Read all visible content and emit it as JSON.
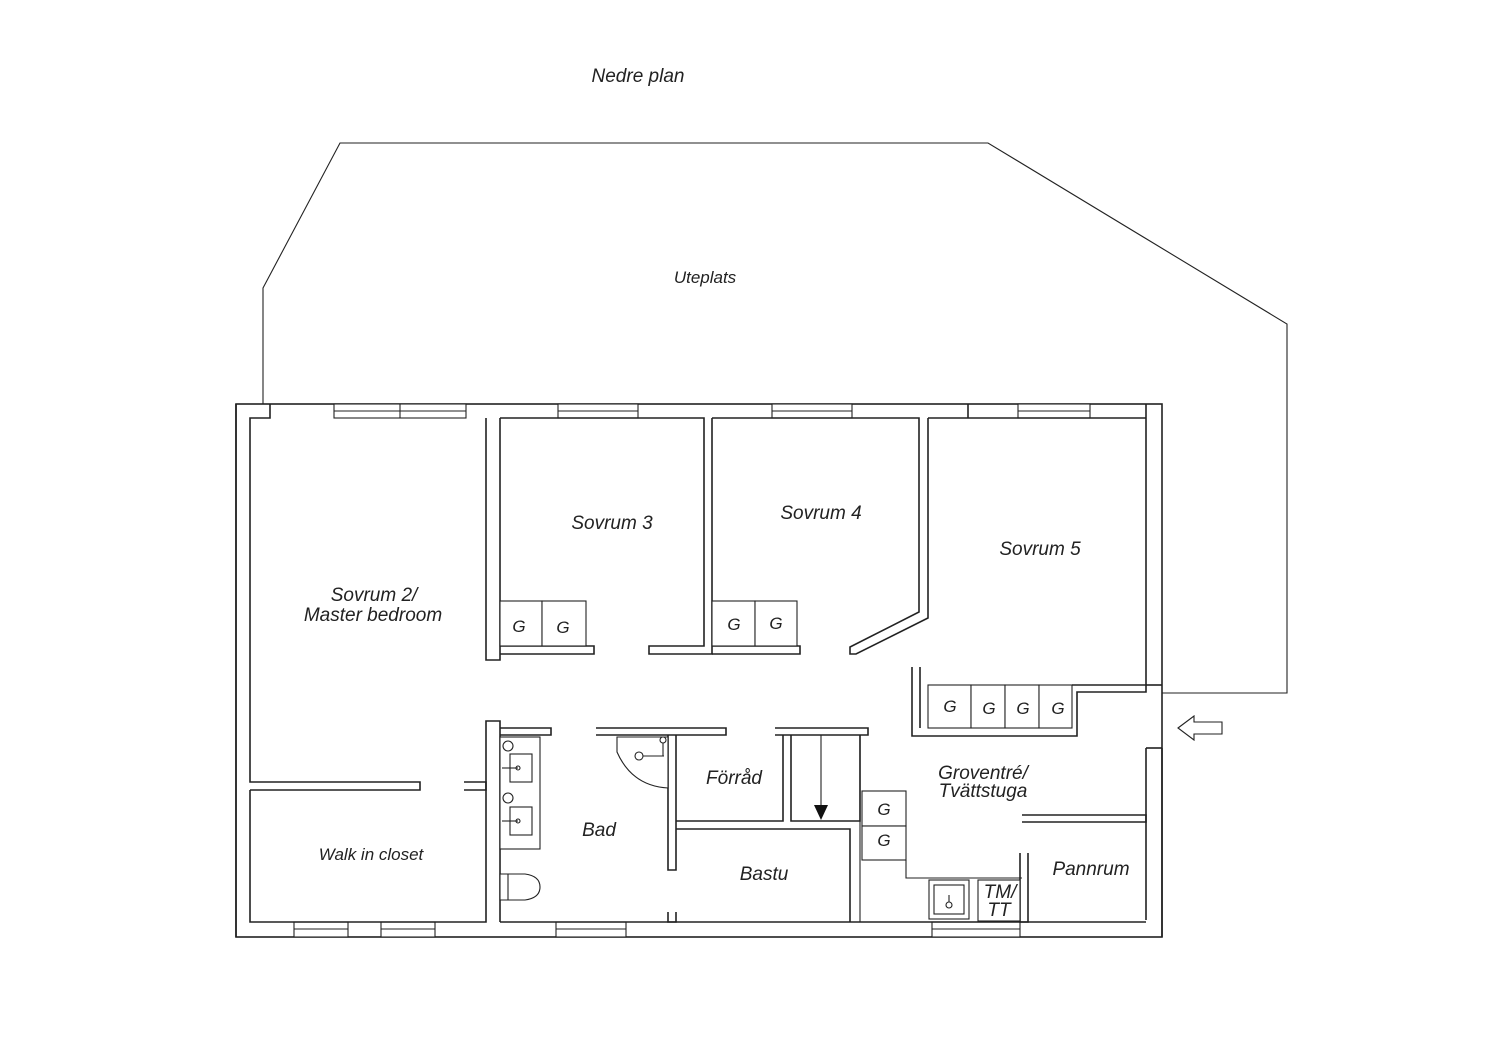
{
  "title": "Nedre plan",
  "rooms": {
    "uteplats": "Uteplats",
    "sovrum2_line1": "Sovrum 2/",
    "sovrum2_line2": "Master bedroom",
    "sovrum3": "Sovrum 3",
    "sovrum4": "Sovrum 4",
    "sovrum5": "Sovrum 5",
    "walkin": "Walk in closet",
    "bad": "Bad",
    "forrad": "Förråd",
    "bastu": "Bastu",
    "groventre_line1": "Groventré/",
    "groventre_line2": "Tvättstuga",
    "pannrum": "Pannrum",
    "tmtt_line1": "TM/",
    "tmtt_line2": "TT"
  },
  "wardrobe_label": "G",
  "icons": [
    "entrance-arrow-icon",
    "stair-down-arrow-icon",
    "shower-icon",
    "sink-icon",
    "toilet-icon",
    "laundry-sink-icon"
  ]
}
